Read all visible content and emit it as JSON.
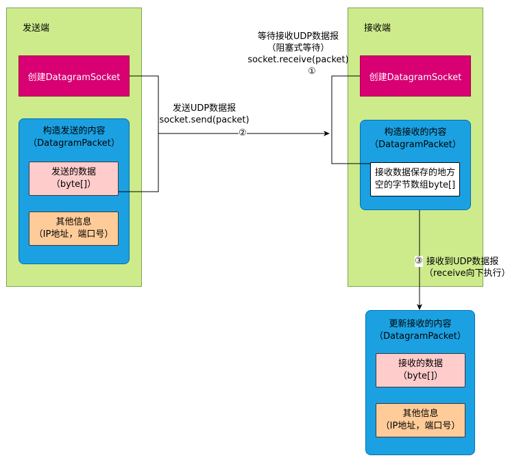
{
  "sender": {
    "title": "发送端",
    "socket_label": "创建DatagramSocket",
    "packet_title": "构造发送的内容",
    "packet_subtitle": "（DatagramPacket）",
    "data_line1": "发送的数据",
    "data_line2": "（byte[]）",
    "info_line1": "其他信息",
    "info_line2": "（IP地址，端口号）"
  },
  "receiver": {
    "title": "接收端",
    "socket_label": "创建DatagramSocket",
    "packet_title": "构造接收的内容",
    "packet_subtitle": "（DatagramPacket）",
    "buffer_line1": "接收数据保存的地方",
    "buffer_line2": "空的字节数组byte[]"
  },
  "updated": {
    "title": "更新接收的内容",
    "subtitle": "（DatagramPacket）",
    "data_line1": "接收的数据",
    "data_line2": "（byte[]）",
    "info_line1": "其他信息",
    "info_line2": "（IP地址，端口号）"
  },
  "annotations": {
    "wait_line1": "等待接收UDP数据报",
    "wait_line2": "（阻塞式等待）",
    "wait_line3": "socket.receive(packet)",
    "step1": "①",
    "send_line1": "发送UDP数据报",
    "send_line2": "socket.send(packet)",
    "step2": "②",
    "step3": "③",
    "recv_line1": "接收到UDP数据报",
    "recv_line2": "（receive向下执行）"
  },
  "colors": {
    "panel": "#cdeb8b",
    "socket": "#d80073",
    "packet": "#1ba1e2",
    "data": "#ffcccc",
    "info": "#ffcc99"
  }
}
